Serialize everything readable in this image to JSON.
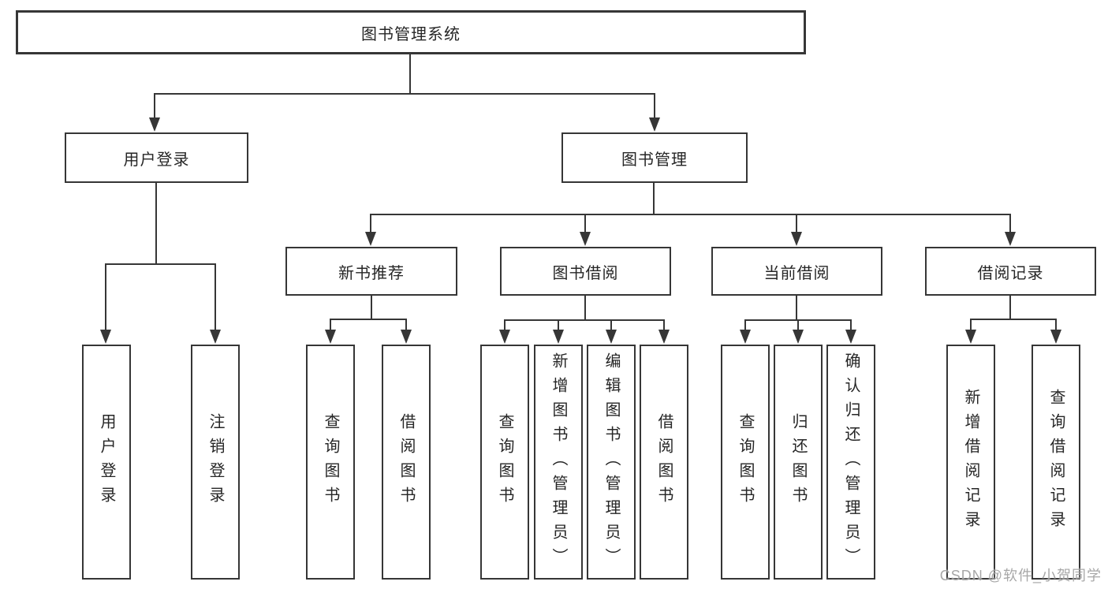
{
  "diagram": {
    "title": "图书管理系统",
    "root": {
      "label": "图书管理系统"
    },
    "level2": [
      {
        "label": "用户登录"
      },
      {
        "label": "图书管理"
      }
    ],
    "level3": [
      {
        "label": "新书推荐"
      },
      {
        "label": "图书借阅"
      },
      {
        "label": "当前借阅"
      },
      {
        "label": "借阅记录"
      }
    ],
    "leaves": {
      "login": [
        "用户登录",
        "注销登录"
      ],
      "recommend": [
        "查询图书",
        "借阅图书"
      ],
      "borrow": [
        "查询图书",
        "新增图书（管理员）",
        "编辑图书（管理员）",
        "借阅图书"
      ],
      "current": [
        "查询图书",
        "归还图书",
        "确认归还（管理员）"
      ],
      "records": [
        "新增借阅记录",
        "查询借阅记录"
      ]
    },
    "edges": [
      {
        "from": "图书管理系统",
        "to": [
          "用户登录",
          "图书管理"
        ]
      },
      {
        "from": "用户登录",
        "to": [
          "用户登录",
          "注销登录"
        ]
      },
      {
        "from": "图书管理",
        "to": [
          "新书推荐",
          "图书借阅",
          "当前借阅",
          "借阅记录"
        ]
      },
      {
        "from": "新书推荐",
        "to": [
          "查询图书",
          "借阅图书"
        ]
      },
      {
        "from": "图书借阅",
        "to": [
          "查询图书",
          "新增图书（管理员）",
          "编辑图书（管理员）",
          "借阅图书"
        ]
      },
      {
        "from": "当前借阅",
        "to": [
          "查询图书",
          "归还图书",
          "确认归还（管理员）"
        ]
      },
      {
        "from": "借阅记录",
        "to": [
          "新增借阅记录",
          "查询借阅记录"
        ]
      }
    ],
    "colors": {
      "line": "#363636",
      "box_border": "#363636",
      "text": "#262626",
      "background": "#ffffff",
      "watermark": "#989898"
    }
  },
  "watermark": {
    "text": "CSDN @软件_小贺同学"
  }
}
